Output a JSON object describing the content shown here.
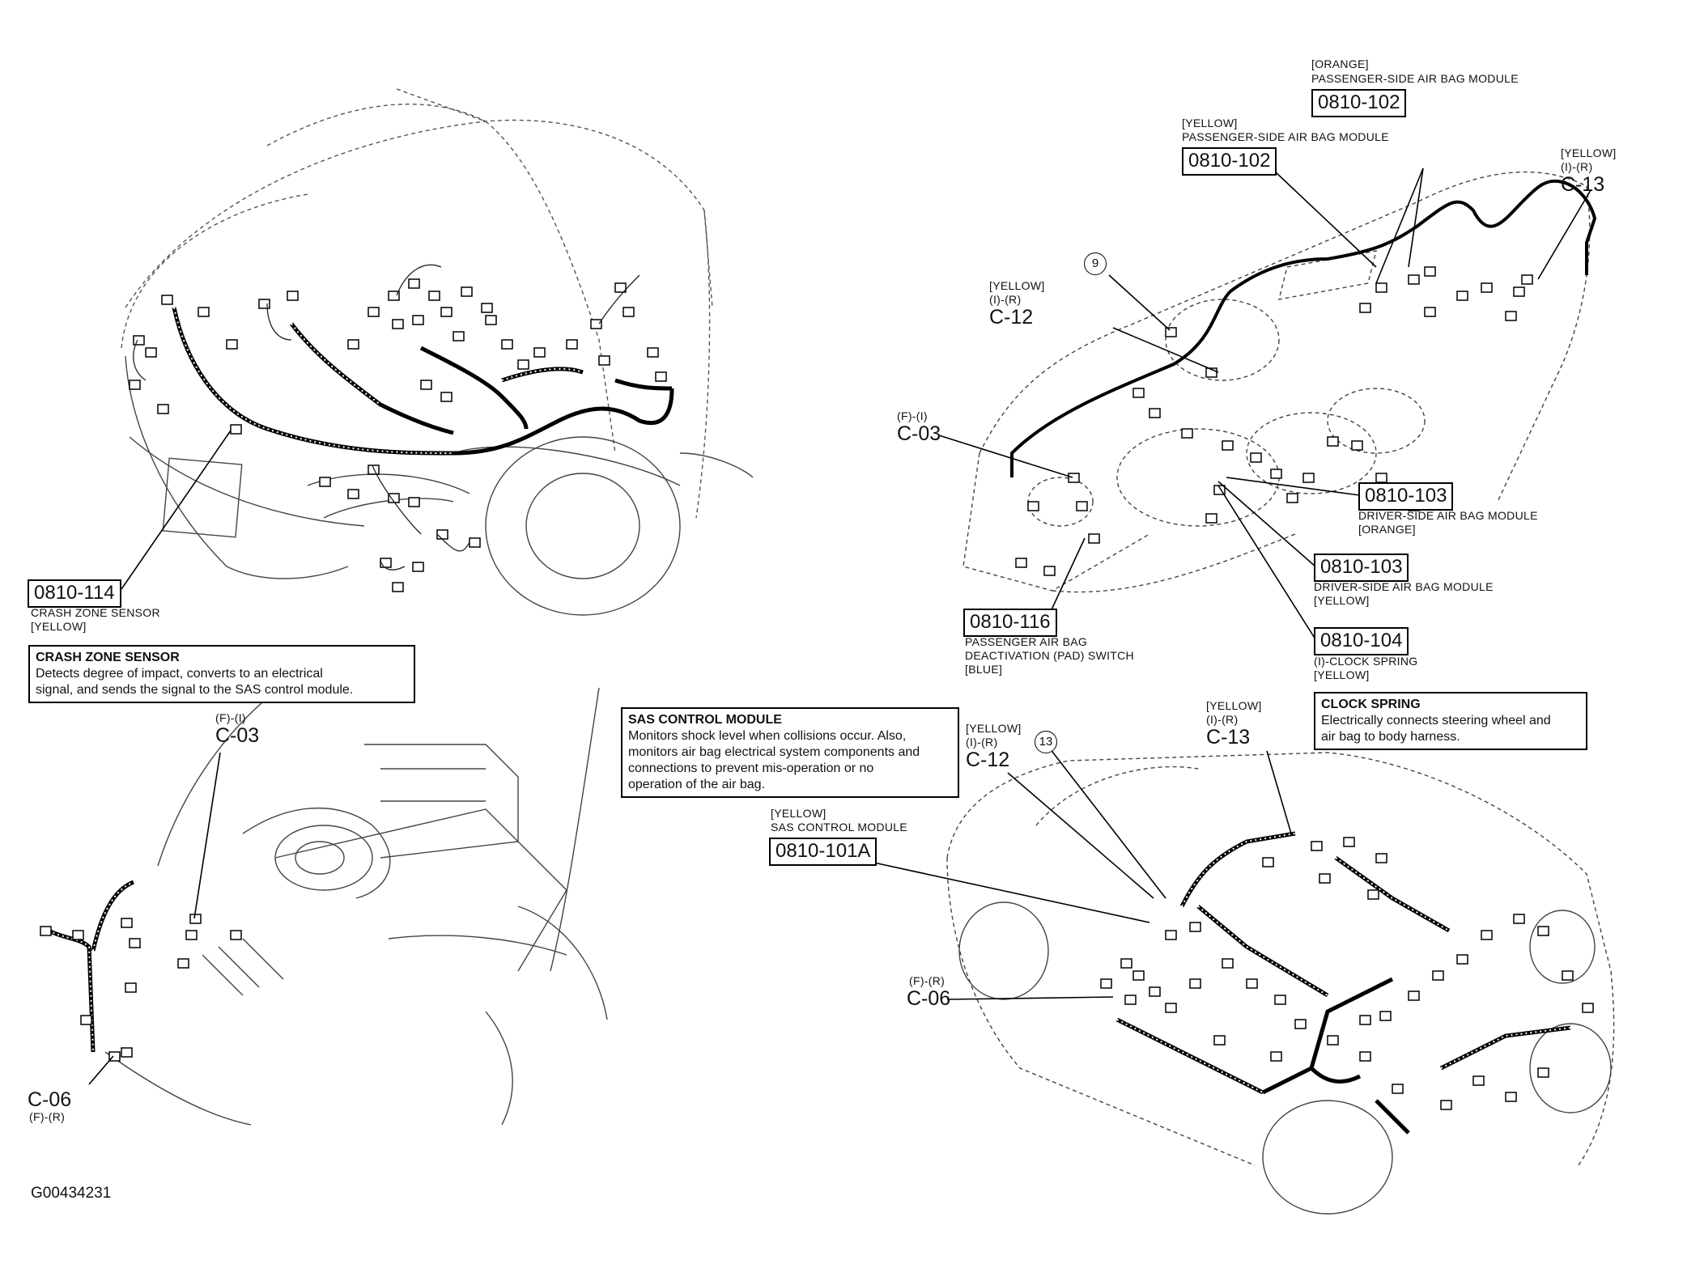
{
  "figure_id": "G00434231",
  "left_top": {
    "crash_zone_part": "0810-114",
    "crash_zone_name": "CRASH ZONE SENSOR",
    "crash_zone_color": "[YELLOW]",
    "note_title": "CRASH ZONE SENSOR",
    "note_line1": "Detects degree of impact, converts to an electrical",
    "note_line2": "signal, and sends the signal to the SAS control module."
  },
  "left_bottom": {
    "c03_code": "C-03",
    "c03_pos": "(F)-(I)",
    "c06_code": "C-06",
    "c06_pos": "(F)-(R)"
  },
  "sas_note": {
    "title": "SAS CONTROL MODULE",
    "line1": "Monitors shock level when collisions occur. Also,",
    "line2": "monitors air bag electrical system components and",
    "line3": "connections to prevent mis-operation or no",
    "line4": "operation of the air bag."
  },
  "dash": {
    "orange_color": "[ORANGE]",
    "pass_module_name": "PASSENGER-SIDE AIR BAG MODULE",
    "pass_part_orange": "0810-102",
    "yellow_color": "[YELLOW]",
    "pass_module_name2": "PASSENGER-SIDE AIR BAG MODULE",
    "pass_part_yellow": "0810-102",
    "c13_color": "[YELLOW]",
    "c13_pos": "(I)-(R)",
    "c13_code": "C-13",
    "circle9": "9",
    "c12_color": "[YELLOW]",
    "c12_pos": "(I)-(R)",
    "c12_code": "C-12",
    "c03_pos": "(F)-(I)",
    "c03_code": "C-03",
    "driver_part_orange": "0810-103",
    "driver_name_orange": "DRIVER-SIDE AIR BAG MODULE",
    "driver_color_orange": "[ORANGE]",
    "driver_part_yellow": "0810-103",
    "driver_name_yellow": "DRIVER-SIDE AIR BAG MODULE",
    "driver_color_yellow": "[YELLOW]",
    "pad_part": "0810-116",
    "pad_name1": "PASSENGER AIR BAG",
    "pad_name2": "DEACTIVATION (PAD) SWITCH",
    "pad_color": "[BLUE]",
    "clock_part": "0810-104",
    "clock_name": "(I)-CLOCK SPRING",
    "clock_color": "[YELLOW]"
  },
  "clock_note": {
    "title": "CLOCK SPRING",
    "line1": "Electrically connects steering wheel and",
    "line2": "air bag to body harness."
  },
  "car": {
    "c12_color": "[YELLOW]",
    "c12_pos": "(I)-(R)",
    "c12_code": "C-12",
    "circle13": "13",
    "c13_color": "[YELLOW]",
    "c13_pos": "(I)-(R)",
    "c13_code": "C-13",
    "sas_color": "[YELLOW]",
    "sas_name": "SAS CONTROL MODULE",
    "sas_part": "0810-101A",
    "c06_pos": "(F)-(R)",
    "c06_code": "C-06"
  }
}
